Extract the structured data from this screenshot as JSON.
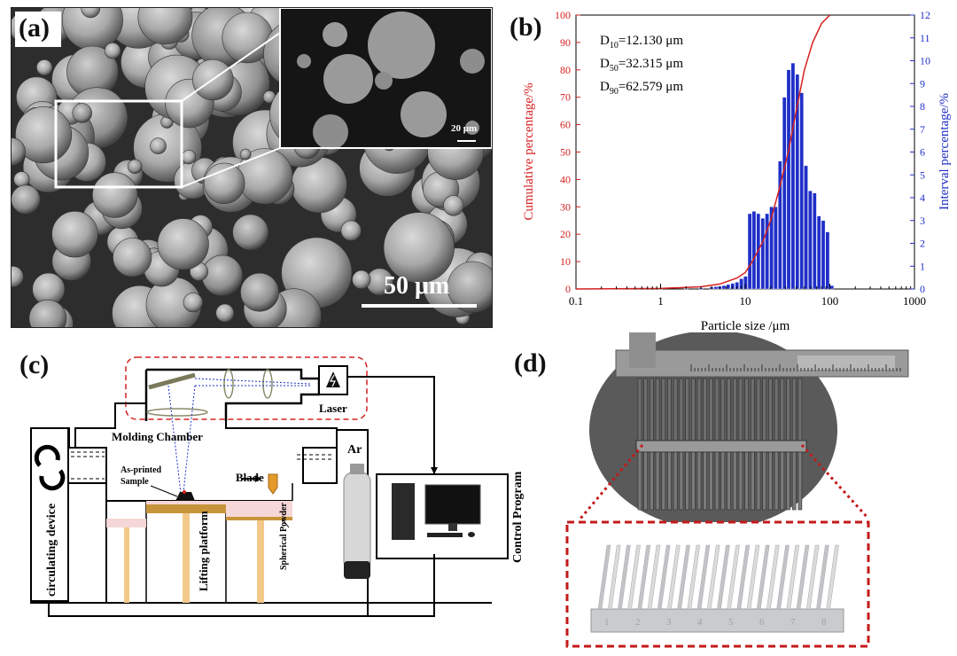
{
  "panel_a": {
    "label": "(a)",
    "inset_scale": "20 μm",
    "scale_bar": "50 μm"
  },
  "panel_b": {
    "label": "(b)",
    "d10": "D10=12.130 μm",
    "d50": "D50=32.315 μm",
    "d90": "D90=62.579 μm",
    "d10_sub": "10",
    "d10_val": "=12.130 μm",
    "d50_sub": "50",
    "d50_val": "=32.315 μm",
    "d90_sub": "90",
    "d90_val": "=62.579 μm",
    "colors": {
      "cumulative": "#d62020",
      "interval": "#1f2fc8"
    }
  },
  "chart_data": {
    "type": "bar",
    "xlabel": "Particle size /μm",
    "ylabel_left": "Cumulative percentage/%",
    "ylabel_right": "Interval percentage/%",
    "x_scale": "log",
    "xlim": [
      0.1,
      1000
    ],
    "ylim_left": [
      0,
      100
    ],
    "ylim_right": [
      0,
      12
    ],
    "x_ticks": [
      "0.1",
      "1",
      "10",
      "100",
      "1000"
    ],
    "y_left_ticks": [
      "0",
      "10",
      "20",
      "30",
      "40",
      "50",
      "60",
      "70",
      "80",
      "90",
      "100"
    ],
    "y_right_ticks": [
      "0",
      "1",
      "2",
      "3",
      "4",
      "5",
      "6",
      "7",
      "8",
      "9",
      "10",
      "11",
      "12"
    ],
    "interval_bins": [
      {
        "x": 1.0,
        "y": 0.02
      },
      {
        "x": 2.0,
        "y": 0.03
      },
      {
        "x": 3.0,
        "y": 0.05
      },
      {
        "x": 4.0,
        "y": 0.08
      },
      {
        "x": 4.5,
        "y": 0.1
      },
      {
        "x": 5.0,
        "y": 0.12
      },
      {
        "x": 5.6,
        "y": 0.15
      },
      {
        "x": 6.3,
        "y": 0.2
      },
      {
        "x": 7.1,
        "y": 0.25
      },
      {
        "x": 8.0,
        "y": 0.3
      },
      {
        "x": 9.0,
        "y": 0.45
      },
      {
        "x": 10.1,
        "y": 0.55
      },
      {
        "x": 11.3,
        "y": 3.3
      },
      {
        "x": 12.7,
        "y": 3.4
      },
      {
        "x": 14.3,
        "y": 3.3
      },
      {
        "x": 16.1,
        "y": 3.1
      },
      {
        "x": 18.1,
        "y": 3.3
      },
      {
        "x": 20.4,
        "y": 3.6
      },
      {
        "x": 22.9,
        "y": 3.6
      },
      {
        "x": 25.8,
        "y": 5.6
      },
      {
        "x": 29.0,
        "y": 8.4
      },
      {
        "x": 32.6,
        "y": 9.6
      },
      {
        "x": 36.7,
        "y": 9.9
      },
      {
        "x": 41.3,
        "y": 9.4
      },
      {
        "x": 46.4,
        "y": 8.6
      },
      {
        "x": 52.2,
        "y": 5.4
      },
      {
        "x": 58.7,
        "y": 4.3
      },
      {
        "x": 66.0,
        "y": 4.2
      },
      {
        "x": 74.3,
        "y": 3.2
      },
      {
        "x": 83.5,
        "y": 3.0
      },
      {
        "x": 94.0,
        "y": 2.5
      },
      {
        "x": 105.7,
        "y": 0.15
      }
    ],
    "cumulative": [
      {
        "x": 0.1,
        "y": 0
      },
      {
        "x": 1,
        "y": 0.2
      },
      {
        "x": 3,
        "y": 0.8
      },
      {
        "x": 5,
        "y": 1.8
      },
      {
        "x": 8,
        "y": 4
      },
      {
        "x": 10,
        "y": 6
      },
      {
        "x": 12.13,
        "y": 10
      },
      {
        "x": 16,
        "y": 17
      },
      {
        "x": 20,
        "y": 25
      },
      {
        "x": 25,
        "y": 36
      },
      {
        "x": 32.315,
        "y": 50
      },
      {
        "x": 40,
        "y": 65
      },
      {
        "x": 50,
        "y": 80
      },
      {
        "x": 62.579,
        "y": 90
      },
      {
        "x": 80,
        "y": 97
      },
      {
        "x": 100,
        "y": 100
      }
    ]
  },
  "panel_c": {
    "label": "(c)",
    "laser": "Laser",
    "molding_chamber": "Molding Chamber",
    "as_printed": "As-printed",
    "sample": "Sample",
    "blade": "Blade",
    "ar": "Ar",
    "spherical_powder": "Spherical Powder",
    "lifting_platform": "Lifting platform",
    "circulating_device": "circulating device",
    "control_program": "Control Program"
  },
  "panel_d": {
    "label": "(d)",
    "sample_numbers": [
      "1",
      "2",
      "3",
      "4",
      "5",
      "6",
      "7",
      "8"
    ]
  }
}
